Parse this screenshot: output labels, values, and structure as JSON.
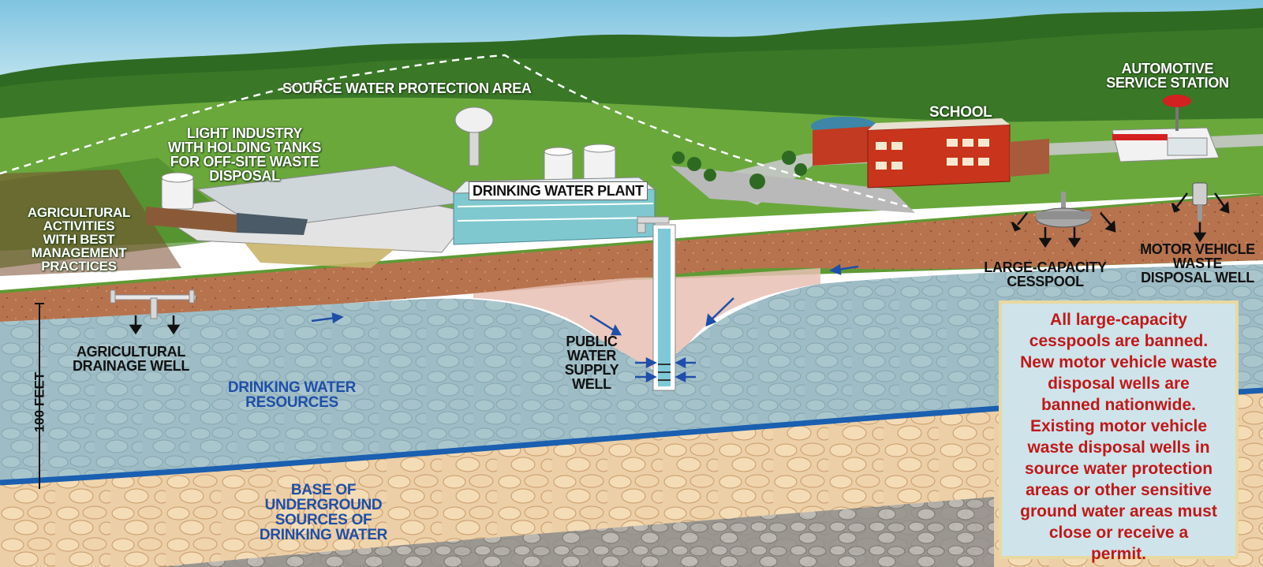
{
  "labels": {
    "source_area": "SOURCE WATER PROTECTION AREA",
    "light_industry": [
      "LIGHT INDUSTRY",
      "WITH HOLDING TANKS",
      "FOR OFF-SITE WASTE",
      "DISPOSAL"
    ],
    "drinking_plant": "DRINKING WATER PLANT",
    "school": "SCHOOL",
    "automotive": [
      "AUTOMOTIVE",
      "SERVICE STATION"
    ],
    "agricultural_activities": [
      "AGRICULTURAL",
      "ACTIVITIES",
      "WITH BEST",
      "MANAGEMENT",
      "PRACTICES"
    ],
    "agricultural_well": [
      "AGRICULTURAL",
      "DRAINAGE WELL"
    ],
    "public_well": [
      "PUBLIC",
      "WATER",
      "SUPPLY",
      "WELL"
    ],
    "drinking_resources": [
      "DRINKING WATER",
      "RESOURCES"
    ],
    "cesspool": [
      "LARGE-CAPACITY",
      "CESSPOOL"
    ],
    "motor_well": [
      "MOTOR VEHICLE",
      "WASTE",
      "DISPOSAL WELL"
    ],
    "base_usdw": [
      "BASE OF",
      "UNDERGROUND",
      "SOURCES OF",
      "DRINKING WATER"
    ],
    "scale": "100 FEET"
  },
  "notice": [
    "All large-capacity",
    "cesspools are banned.",
    "New motor vehicle waste",
    "disposal wells are",
    "banned nationwide.",
    "Existing motor vehicle",
    "waste disposal wells in",
    "source water protection",
    "areas or other sensitive",
    "ground water areas must",
    "close or receive a",
    "permit."
  ],
  "colors": {
    "sky": "#a8d8ea",
    "forest": "#2e6b1f",
    "grass": "#5c9b36",
    "soil": "#b46a44",
    "water_layer": "#9cbcc6",
    "usdw_line": "#1a5fb0",
    "bedrock": "#e8c8a0",
    "notice_text": "#c01818",
    "blue_label": "#1f4fa8"
  }
}
